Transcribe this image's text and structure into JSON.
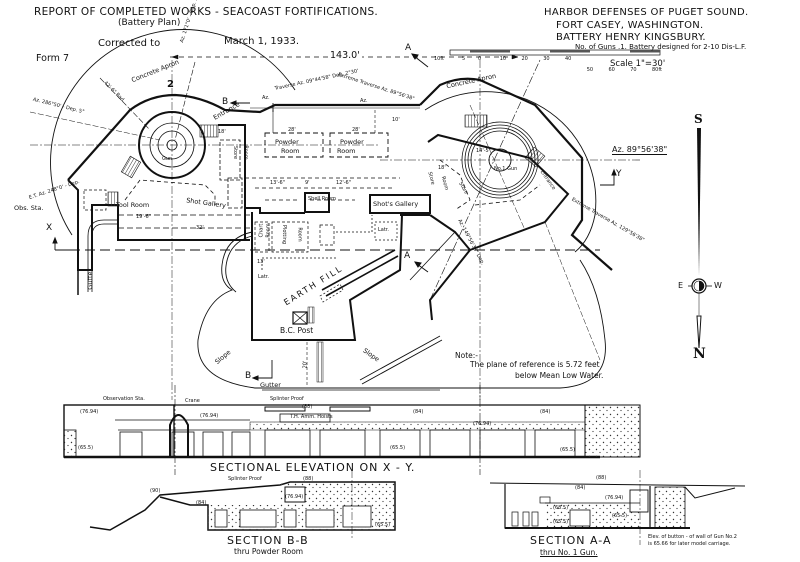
{
  "header": {
    "report_title": "REPORT OF COMPLETED WORKS - SEACOAST FORTIFICATIONS.",
    "report_subtitle": "(Battery Plan)",
    "corrected_label": "Corrected to",
    "corrected_date": "March 1, 1933.",
    "form": "Form 7",
    "harbor": "HARBOR DEFENSES OF PUGET SOUND.",
    "fort": "FORT CASEY, WASHINGTON.",
    "battery": "BATTERY HENRY KINGSBURY.",
    "guns_line": "No. of Guns .1.  Battery designed for 2-10 Dis-L.F.",
    "scale": "Scale 1\"=30'"
  },
  "scale_bar": {
    "ticks": [
      "10ft",
      "5",
      "0",
      "10",
      "20",
      "30",
      "40",
      "50",
      "60",
      "70",
      "80ft"
    ]
  },
  "plan": {
    "overall_dimension": "143.0'",
    "gun_emplacements": [
      {
        "number": "2",
        "label": "Gun"
      },
      {
        "number": "1",
        "label": "No.1 Gun"
      }
    ],
    "azimuths": {
      "gun2_left": "Az. 286°50' - Dep. 5°",
      "gun2_top": "Az. 171°0' - Dep. 5°",
      "gun2_radius": "42'-6\" Rad.",
      "gun2_et": "E.T. Az. 248°0' - Dep.",
      "traverse_b": "Traverse Az. 09°44'58\" Dep. 2°30'",
      "extreme_traverse": "Extreme Traverse Az. 89°56'38\"",
      "gun1_right": "Az. 89°56'38\"",
      "gun1_lower": "Az. 149°56'38\" Dep.",
      "gun1_traverse": "Extreme Traverse Az. 129°56'38\"",
      "gun1_radius": "18'",
      "gun1_ring": "14'-5\""
    },
    "labels": {
      "concrete_apron_left": "Concrete Apron",
      "concrete_apron_right": "Concrete Apron",
      "entrance_left": "Entrance",
      "entrance_right": "Entrance",
      "az_short_b": "Az.",
      "az_short_right": "Az.",
      "tool_room": "Tool Room",
      "obs_sta": "Obs. Sta.",
      "shot_gallery_left": "Shot Gallery",
      "shot_gallery_right": "Shot's Gallery",
      "shell_room": "Shell Room",
      "powder_room_1": [
        "Powder",
        "Room"
      ],
      "powder_room_2": [
        "Powder",
        "Room"
      ],
      "powder_dim": "28'",
      "store_room_left": [
        "Store",
        "Room"
      ],
      "store_room_right": [
        "Store",
        "Room"
      ],
      "store_room_right2": "Store",
      "chart_room": [
        "Chart",
        "Room"
      ],
      "plotting_room": [
        "Plotting",
        "Room"
      ],
      "latr_1": "Latr.",
      "latr_2": "Latr.",
      "earth_fill": "EARTH  FILL",
      "bc_post": "B.C. Post",
      "slope_left": "Slope",
      "slope_right": "Slope",
      "gutter_left": "Gutter",
      "gutter_bottom": "Gutter",
      "dim_19_6": "19'-6\"",
      "dim_32": "32'",
      "dim_13_6": "13'-6\"",
      "dim_9": "9'",
      "dim_12_6": "12'-6\"",
      "dim_18": "18'",
      "dim_13": "13'",
      "dim_20": "20'",
      "dim_10": "10'"
    },
    "section_markers": {
      "x": "X",
      "y": "Y",
      "a_top": "A",
      "a_mid": "A",
      "b_top": "B",
      "b_bottom": "B"
    },
    "note_title": "Note:-",
    "note_line1": "The plane of reference is 5.72 feet",
    "note_line2": "below Mean Low Water."
  },
  "compass": {
    "s": "S",
    "e": "E",
    "w": "W",
    "n": "N"
  },
  "sections": {
    "elevation": {
      "title": "SECTIONAL ELEVATION ON X - Y.",
      "labels": {
        "observation_sta": "Observation Sta.",
        "crane": "Crane",
        "splinter_proof": "Splinter Proof",
        "ammo_hoists": "T.H. Amm. Hoists",
        "el_76_94_a": "(76.94)",
        "el_84_a": "(84)",
        "el_76_94_b": "(76.94)",
        "el_65_5_a": "(65.5)",
        "el_65_5_b": "(65.5)",
        "el_88": "(88)",
        "el_84_b": "(84)",
        "el_76_94_c": "(76.94)",
        "el_65_5_c": "(65.5)"
      }
    },
    "b_b": {
      "title": "SECTION  B-B",
      "subtitle": "thru Powder Room",
      "labels": {
        "splinter_proof": "Splinter Proof",
        "el_90": "(90)",
        "el_88": "(88)",
        "el_76_94": "(76.94)",
        "el_84": "(84)",
        "el_65_5": "(65.5)"
      }
    },
    "a_a": {
      "title": "SECTION  A-A",
      "subtitle": "thru No. 1 Gun.",
      "labels": {
        "el_88": "(88)",
        "el_84": "(84)",
        "el_76_94": "(76.94)",
        "el_68_5": "(68.5)",
        "el_65_5": "(65.5)",
        "el_65_5b": "(65.5)"
      },
      "footnote_1": "Elev. of button - of wall of Gun No.2",
      "footnote_2": "is 65.66 for later model carriage."
    }
  },
  "colors": {
    "ink": "#111111",
    "paper": "#ffffff",
    "hatch": "#555555"
  }
}
